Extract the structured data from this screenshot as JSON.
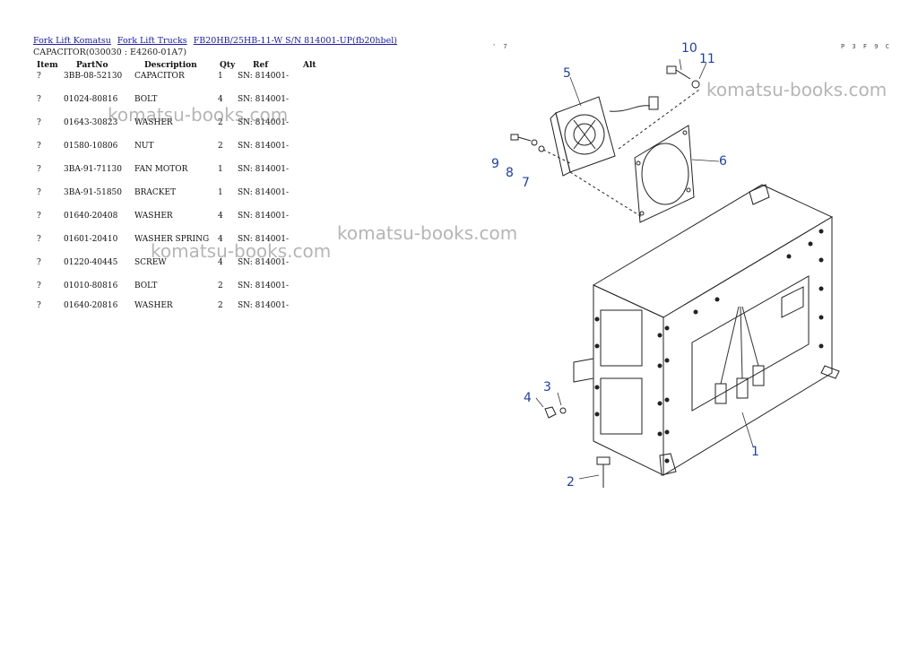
{
  "breadcrumbs": [
    "Fork Lift Komatsu",
    "Fork Lift Trucks",
    "FB20HB/25HB-11-W S/N 814001-UP(fb20hbel)"
  ],
  "subtitle": "CAPACITOR(030030 : E4260-01A7)",
  "columns": [
    "Item",
    "PartNo",
    "Description",
    "Qty",
    "Ref",
    "Alt"
  ],
  "rows": [
    {
      "item": "?",
      "partno": "3BB-08-52130",
      "desc": "CAPACITOR",
      "qty": "1",
      "ref": "SN: 814001-",
      "alt": ""
    },
    {
      "item": "?",
      "partno": "01024-80816",
      "desc": "BOLT",
      "qty": "4",
      "ref": "SN: 814001-",
      "alt": ""
    },
    {
      "item": "?",
      "partno": "01643-30823",
      "desc": "WASHER",
      "qty": "2",
      "ref": "SN: 814001-",
      "alt": ""
    },
    {
      "item": "?",
      "partno": "01580-10806",
      "desc": "NUT",
      "qty": "2",
      "ref": "SN: 814001-",
      "alt": ""
    },
    {
      "item": "?",
      "partno": "3BA-91-71130",
      "desc": "FAN MOTOR",
      "qty": "1",
      "ref": "SN: 814001-",
      "alt": ""
    },
    {
      "item": "?",
      "partno": "3BA-91-51850",
      "desc": "BRACKET",
      "qty": "1",
      "ref": "SN: 814001-",
      "alt": ""
    },
    {
      "item": "?",
      "partno": "01640-20408",
      "desc": "WASHER",
      "qty": "4",
      "ref": "SN: 814001-",
      "alt": ""
    },
    {
      "item": "?",
      "partno": "01601-20410",
      "desc": "WASHER SPRING",
      "qty": "4",
      "ref": "SN: 814001-",
      "alt": ""
    },
    {
      "item": "?",
      "partno": "01220-40445",
      "desc": "SCREW",
      "qty": "4",
      "ref": "SN: 814001-",
      "alt": ""
    },
    {
      "item": "?",
      "partno": "01010-80816",
      "desc": "BOLT",
      "qty": "2",
      "ref": "SN: 814001-",
      "alt": ""
    },
    {
      "item": "?",
      "partno": "01640-20816",
      "desc": "WASHER",
      "qty": "2",
      "ref": "SN: 814001-",
      "alt": ""
    }
  ],
  "watermarks": [
    "komatsu-books.com",
    "komatsu-books.com",
    "komatsu-books.com",
    "komatsu-books.com"
  ],
  "page_codes": [
    "' 7",
    "P 3 F 9 C"
  ],
  "callouts": [
    "1",
    "2",
    "3",
    "4",
    "5",
    "6",
    "7",
    "8",
    "9",
    "10",
    "11"
  ],
  "colors": {
    "link": "#1a1aa8",
    "callout": "#1f3fa6",
    "watermark": "#999999"
  }
}
